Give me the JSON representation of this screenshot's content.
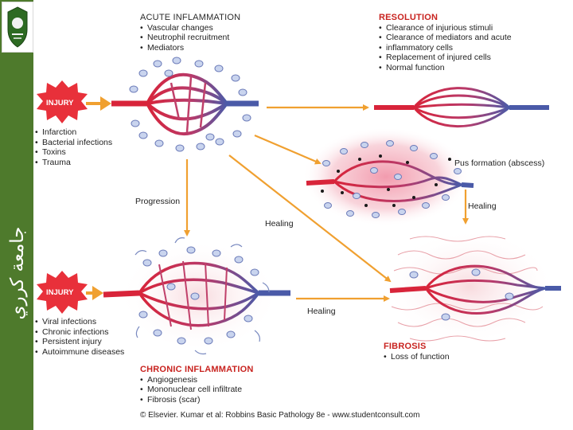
{
  "sidebar": {
    "vertical_text": "جامعة كرري"
  },
  "acute": {
    "title": "ACUTE INFLAMMATION",
    "items": [
      "Vascular changes",
      "Neutrophil recruitment",
      "Mediators"
    ]
  },
  "resolution": {
    "title": "RESOLUTION",
    "items": [
      "Clearance of injurious stimuli",
      "Clearance of mediators and acute",
      "inflammatory cells",
      "Replacement of injured cells",
      "Normal function"
    ]
  },
  "injury_top": {
    "label": "INJURY",
    "items": [
      "Infarction",
      "Bacterial infections",
      "Toxins",
      "Trauma"
    ]
  },
  "injury_bottom": {
    "label": "INJURY",
    "items": [
      "Viral infections",
      "Chronic infections",
      "Persistent injury",
      "Autoimmune diseases"
    ]
  },
  "chronic": {
    "title": "CHRONIC INFLAMMATION",
    "items": [
      "Angiogenesis",
      "Mononuclear cell infiltrate",
      "Fibrosis (scar)"
    ]
  },
  "fibrosis": {
    "title": "FIBROSIS",
    "items": [
      "Loss of function"
    ]
  },
  "labels": {
    "pus": "Pus formation (abscess)",
    "progression": "Progression",
    "healing_mid": "Healing",
    "healing_right": "Healing",
    "healing_bottom": "Healing"
  },
  "copyright": "© Elsevier. Kumar et al: Robbins Basic Pathology 8e - www.studentconsult.com",
  "colors": {
    "sidebar": "#4e7a2c",
    "arrow": "#f0a030",
    "arrow_dark": "#e07f18",
    "artery": "#d8243a",
    "vein": "#4a5aa8",
    "red_heading": "#c8231f",
    "abscess_glow": "#f4b8c4"
  }
}
